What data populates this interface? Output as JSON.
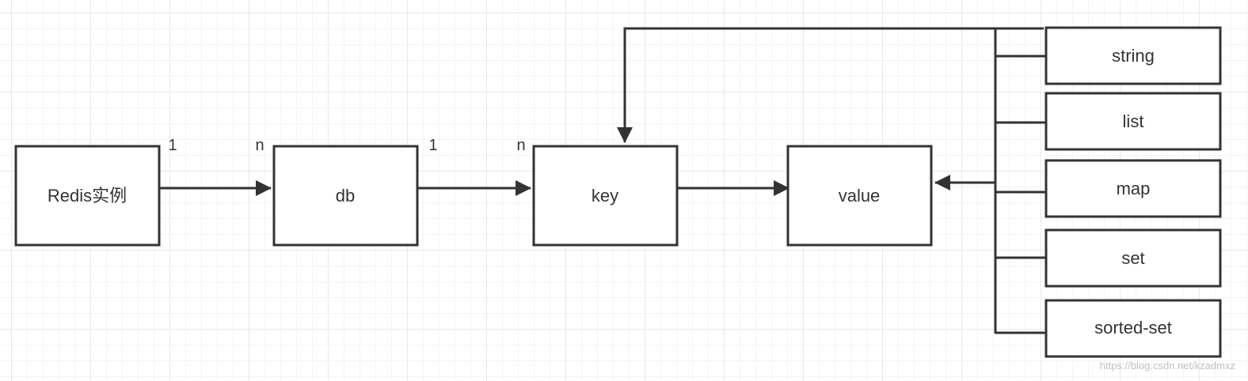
{
  "diagram": {
    "nodes": {
      "redis": "Redis实例",
      "db": "db",
      "key": "key",
      "value": "value"
    },
    "types": [
      "string",
      "list",
      "map",
      "set",
      "sorted-set"
    ],
    "cardinality": {
      "redis_db_from": "1",
      "redis_db_to": "n",
      "db_key_from": "1",
      "db_key_to": "n"
    }
  },
  "watermark": "https://blog.csdn.net/kzadmxz"
}
